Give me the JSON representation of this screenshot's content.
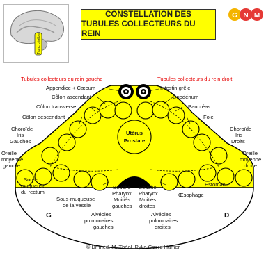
{
  "title": {
    "line1": "CONSTELLATION DES",
    "line2": "TUBULES COLLECTEURS DU REIN"
  },
  "logo": {
    "letters": [
      "G",
      "N",
      "M"
    ],
    "colors": [
      "#f4b400",
      "#e53935",
      "#e53935"
    ]
  },
  "thumbnail": {
    "caption": "Tronc cérébral",
    "icon": "brain-section-icon"
  },
  "headers": {
    "left": "Tubules collecteurs du rein gauche",
    "right": "Tubules collecteurs du rein droit"
  },
  "center": {
    "line1": "Utérus",
    "line2": "Prostate"
  },
  "sides": {
    "left": "G",
    "right": "D"
  },
  "labels": {
    "appendice": "Appendice + Cæcum",
    "colon_ascendant": "Côlon ascendant",
    "colon_transverse": "Côlon transverse",
    "colon_descendant": "Côlon descendant",
    "choroide_g": [
      "Choroïde",
      "Iris",
      "Gauches"
    ],
    "oreille_g": [
      "Oreille",
      "moyenne",
      "gauche"
    ],
    "sous_rectum": [
      "Sous-",
      "muqueuse",
      "du rectum"
    ],
    "sous_vessie": [
      "Sous-muqueuse",
      "de la vessie"
    ],
    "bouche_g": [
      "Bouche",
      "Pharynx",
      "Moitiés",
      "gauches"
    ],
    "bouche_d": [
      "Bouche",
      "Pharynx",
      "Moitiés",
      "droites"
    ],
    "alveoles_g": [
      "Alvéoles",
      "pulmonaires",
      "gauches"
    ],
    "alveoles_d": [
      "Alvéoles",
      "pulmonaires",
      "droites"
    ],
    "intestin": "Intestin grêle",
    "duodenum": "Duodénum",
    "pancreas": "Pancréas",
    "foie": "Foie",
    "choroide_d": [
      "Choroïde",
      "Iris",
      "Droits"
    ],
    "oreille_d": [
      "Oreille",
      "moyenne",
      "droite"
    ],
    "estomac": "Estomac",
    "oesophage": "Œsophage"
  },
  "colors": {
    "tissue": "#ffff00",
    "outline": "#000000",
    "header_red": "#e60000"
  },
  "copyright": "© Dr méd. M. Théol. Ryke Geerd Hamer"
}
